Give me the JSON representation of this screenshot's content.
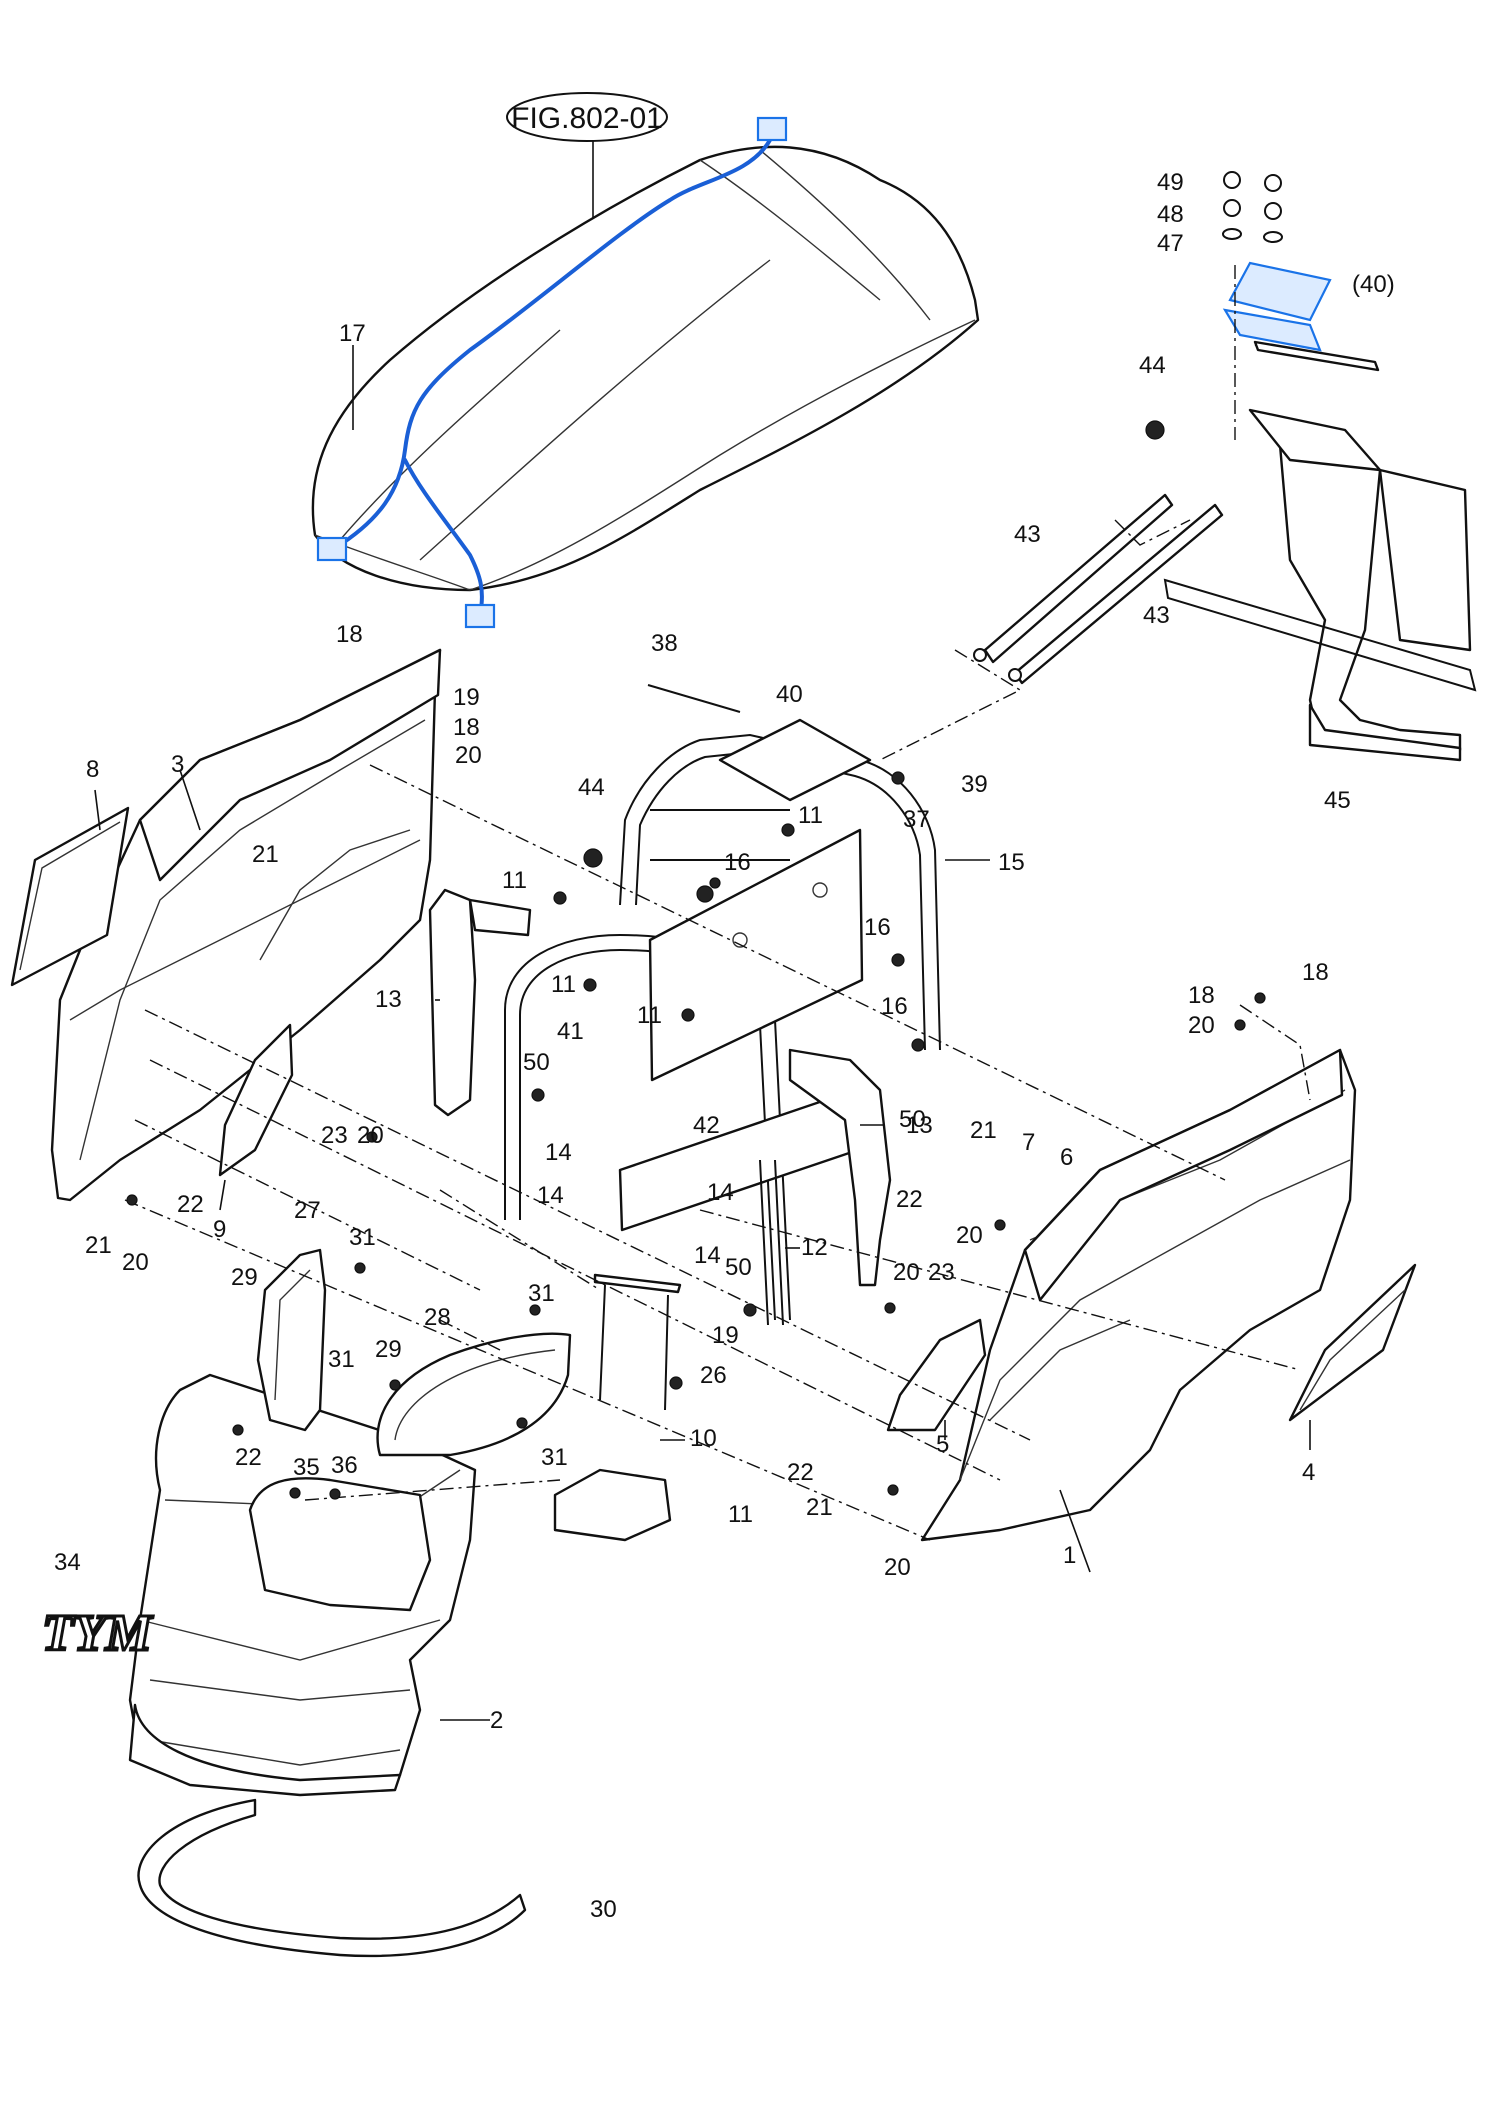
{
  "figure_reference": "FIG.802-01",
  "reference_callout": "(40)",
  "colors": {
    "wiring_harness": "#1a5fd6",
    "reference_part": "#1a73e8",
    "line_art": "#111111"
  },
  "callouts": {
    "c1": "1",
    "c2": "2",
    "c3": "3",
    "c4": "4",
    "c5": "5",
    "c6": "6",
    "c7": "7",
    "c8": "8",
    "c9": "9",
    "c10": "10",
    "c11a": "11",
    "c11b": "11",
    "c11c": "11",
    "c11d": "11",
    "c11e": "11",
    "c12": "12",
    "c13a": "13",
    "c13b": "13",
    "c14a": "14",
    "c14b": "14",
    "c14c": "14",
    "c14d": "14",
    "c15": "15",
    "c16a": "16",
    "c16b": "16",
    "c16c": "16",
    "c17": "17",
    "c18a": "18",
    "c18b": "18",
    "c18c": "18",
    "c18d": "18",
    "c19a": "19",
    "c19b": "19",
    "c20a": "20",
    "c20b": "20",
    "c20c": "20",
    "c20d": "20",
    "c20e": "20",
    "c20f": "20",
    "c20g": "20",
    "c21a": "21",
    "c21b": "21",
    "c21c": "21",
    "c21d": "21",
    "c22a": "22",
    "c22b": "22",
    "c22c": "22",
    "c22d": "22",
    "c23a": "23",
    "c23b": "23",
    "c26": "26",
    "c27": "27",
    "c28": "28",
    "c29a": "29",
    "c29b": "29",
    "c30": "30",
    "c31a": "31",
    "c31b": "31",
    "c31c": "31",
    "c31d": "31",
    "c34": "34",
    "c35": "35",
    "c36": "36",
    "c37": "37",
    "c38": "38",
    "c39": "39",
    "c40": "40",
    "c41": "41",
    "c42": "42",
    "c43a": "43",
    "c43b": "43",
    "c44a": "44",
    "c44b": "44",
    "c45": "45",
    "c47": "47",
    "c48": "48",
    "c49": "49",
    "c50a": "50",
    "c50b": "50"
  },
  "emblem_text": "TYM"
}
